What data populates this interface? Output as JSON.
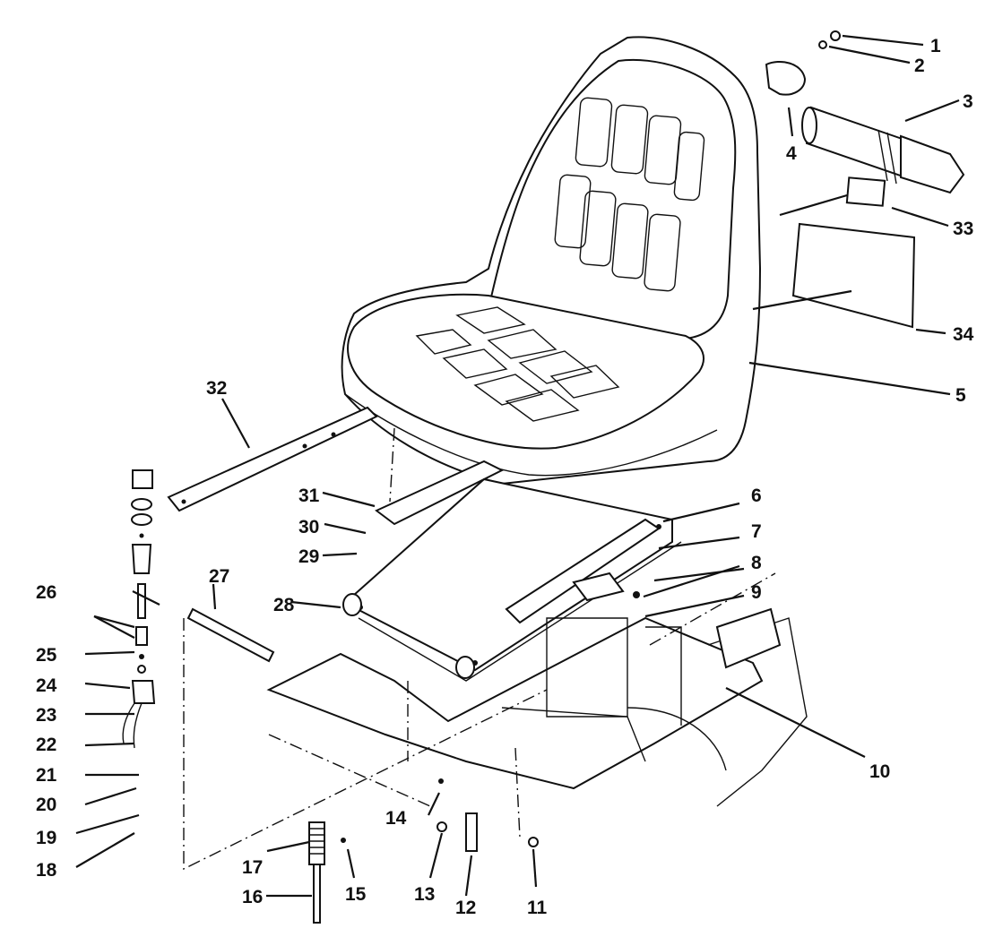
{
  "callouts": [
    {
      "id": "1",
      "text": "1"
    },
    {
      "id": "2",
      "text": "2"
    },
    {
      "id": "3",
      "text": "3"
    },
    {
      "id": "4",
      "text": "4"
    },
    {
      "id": "5",
      "text": "5"
    },
    {
      "id": "6",
      "text": "6"
    },
    {
      "id": "7",
      "text": "7"
    },
    {
      "id": "8",
      "text": "8"
    },
    {
      "id": "9",
      "text": "9"
    },
    {
      "id": "10",
      "text": "10"
    },
    {
      "id": "11",
      "text": "11"
    },
    {
      "id": "12",
      "text": "12"
    },
    {
      "id": "13",
      "text": "13"
    },
    {
      "id": "14",
      "text": "14"
    },
    {
      "id": "15",
      "text": "15"
    },
    {
      "id": "16",
      "text": "16"
    },
    {
      "id": "17",
      "text": "17"
    },
    {
      "id": "18",
      "text": "18"
    },
    {
      "id": "19",
      "text": "19"
    },
    {
      "id": "20",
      "text": "20"
    },
    {
      "id": "21",
      "text": "21"
    },
    {
      "id": "22",
      "text": "22"
    },
    {
      "id": "23",
      "text": "23"
    },
    {
      "id": "24",
      "text": "24"
    },
    {
      "id": "25",
      "text": "25"
    },
    {
      "id": "26",
      "text": "26"
    },
    {
      "id": "27",
      "text": "27"
    },
    {
      "id": "28",
      "text": "28"
    },
    {
      "id": "29",
      "text": "29"
    },
    {
      "id": "30",
      "text": "30"
    },
    {
      "id": "31",
      "text": "31"
    },
    {
      "id": "32",
      "text": "32"
    },
    {
      "id": "33",
      "text": "33"
    },
    {
      "id": "34",
      "text": "34"
    }
  ]
}
